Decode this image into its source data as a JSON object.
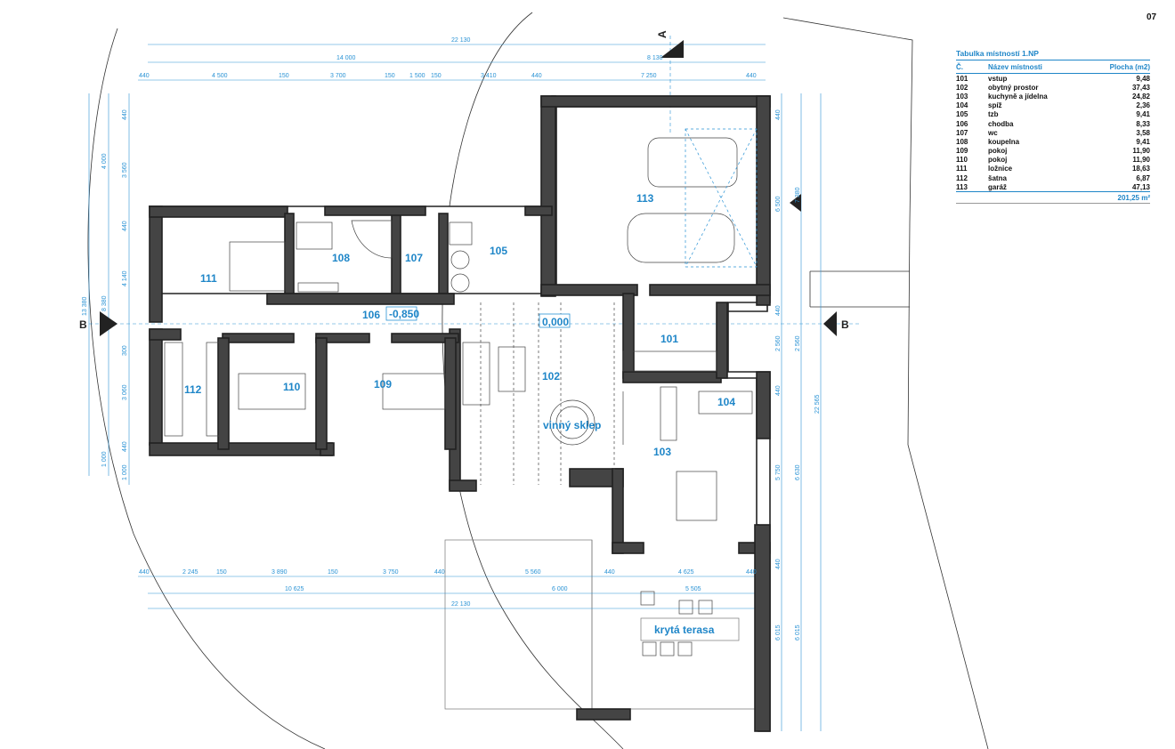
{
  "page_number": "07",
  "table": {
    "title": "Tabulka místností 1.NP",
    "headers": [
      "Č.",
      "Název místnosti",
      "Plocha (m2)"
    ],
    "rows": [
      [
        "101",
        "vstup",
        "9,48"
      ],
      [
        "102",
        "obytný prostor",
        "37,43"
      ],
      [
        "103",
        "kuchyně a jídelna",
        "24,82"
      ],
      [
        "104",
        "spíž",
        "2,36"
      ],
      [
        "105",
        "tzb",
        "9,41"
      ],
      [
        "106",
        "chodba",
        "8,33"
      ],
      [
        "107",
        "wc",
        "3,58"
      ],
      [
        "108",
        "koupelna",
        "9,41"
      ],
      [
        "109",
        "pokoj",
        "11,90"
      ],
      [
        "110",
        "pokoj",
        "11,90"
      ],
      [
        "111",
        "ložnice",
        "18,63"
      ],
      [
        "112",
        "šatna",
        "6,87"
      ],
      [
        "113",
        "garáž",
        "47,13"
      ]
    ],
    "total": "201,25 m²"
  },
  "plan": {
    "rooms": {
      "r101": "101",
      "r102": "102",
      "r103": "103",
      "r104": "104",
      "r105": "105",
      "r106": "106",
      "r107": "107",
      "r108": "108",
      "r109": "109",
      "r110": "110",
      "r111": "111",
      "r112": "112",
      "r113": "113"
    },
    "levels": {
      "corridor": "-0,850",
      "living": "0,000"
    },
    "labels": {
      "cellar": "vinný sklep",
      "terrace": "krytá terasa"
    },
    "sections": {
      "a": "A",
      "b_left": "B",
      "b_right": "B"
    },
    "dims_top": {
      "overall": "22 130",
      "house": "14 000",
      "garage": "8 130",
      "s1": "440",
      "s2": "4 500",
      "s3": "150",
      "s4": "3 700",
      "s5": "150",
      "s6": "1 500",
      "s7": "150",
      "s8": "3 410",
      "s9": "440",
      "s10": "7 250",
      "s11": "440"
    },
    "dims_bottom": {
      "s1": "440",
      "s2": "2 245",
      "s3": "150",
      "s4": "3 890",
      "s5": "150",
      "s6": "3 750",
      "s7": "440",
      "s8": "5 560",
      "s9": "440",
      "s10": "4 625",
      "s11": "440",
      "m1": "10 625",
      "m2": "6 000",
      "m3": "5 505",
      "overall": "22 130"
    },
    "dims_left": {
      "outer": "13 380",
      "d1": "4 000",
      "d2": "8 380",
      "d3": "1 000",
      "i1": "440",
      "i2": "3 560",
      "i3": "440",
      "i4": "4 140",
      "i5": "300",
      "i6": "3 060",
      "i7": "440",
      "i8": "1 000"
    },
    "dims_right": {
      "outer": "22 565",
      "d1": "7 380",
      "d2": "2 560",
      "d3": "6 630",
      "d4": "6 015",
      "i1": "440",
      "i2": "6 500",
      "i3": "440",
      "i4": "2 560",
      "i5": "440",
      "i6": "5 750",
      "i7": "440",
      "i8": "6 015"
    }
  }
}
